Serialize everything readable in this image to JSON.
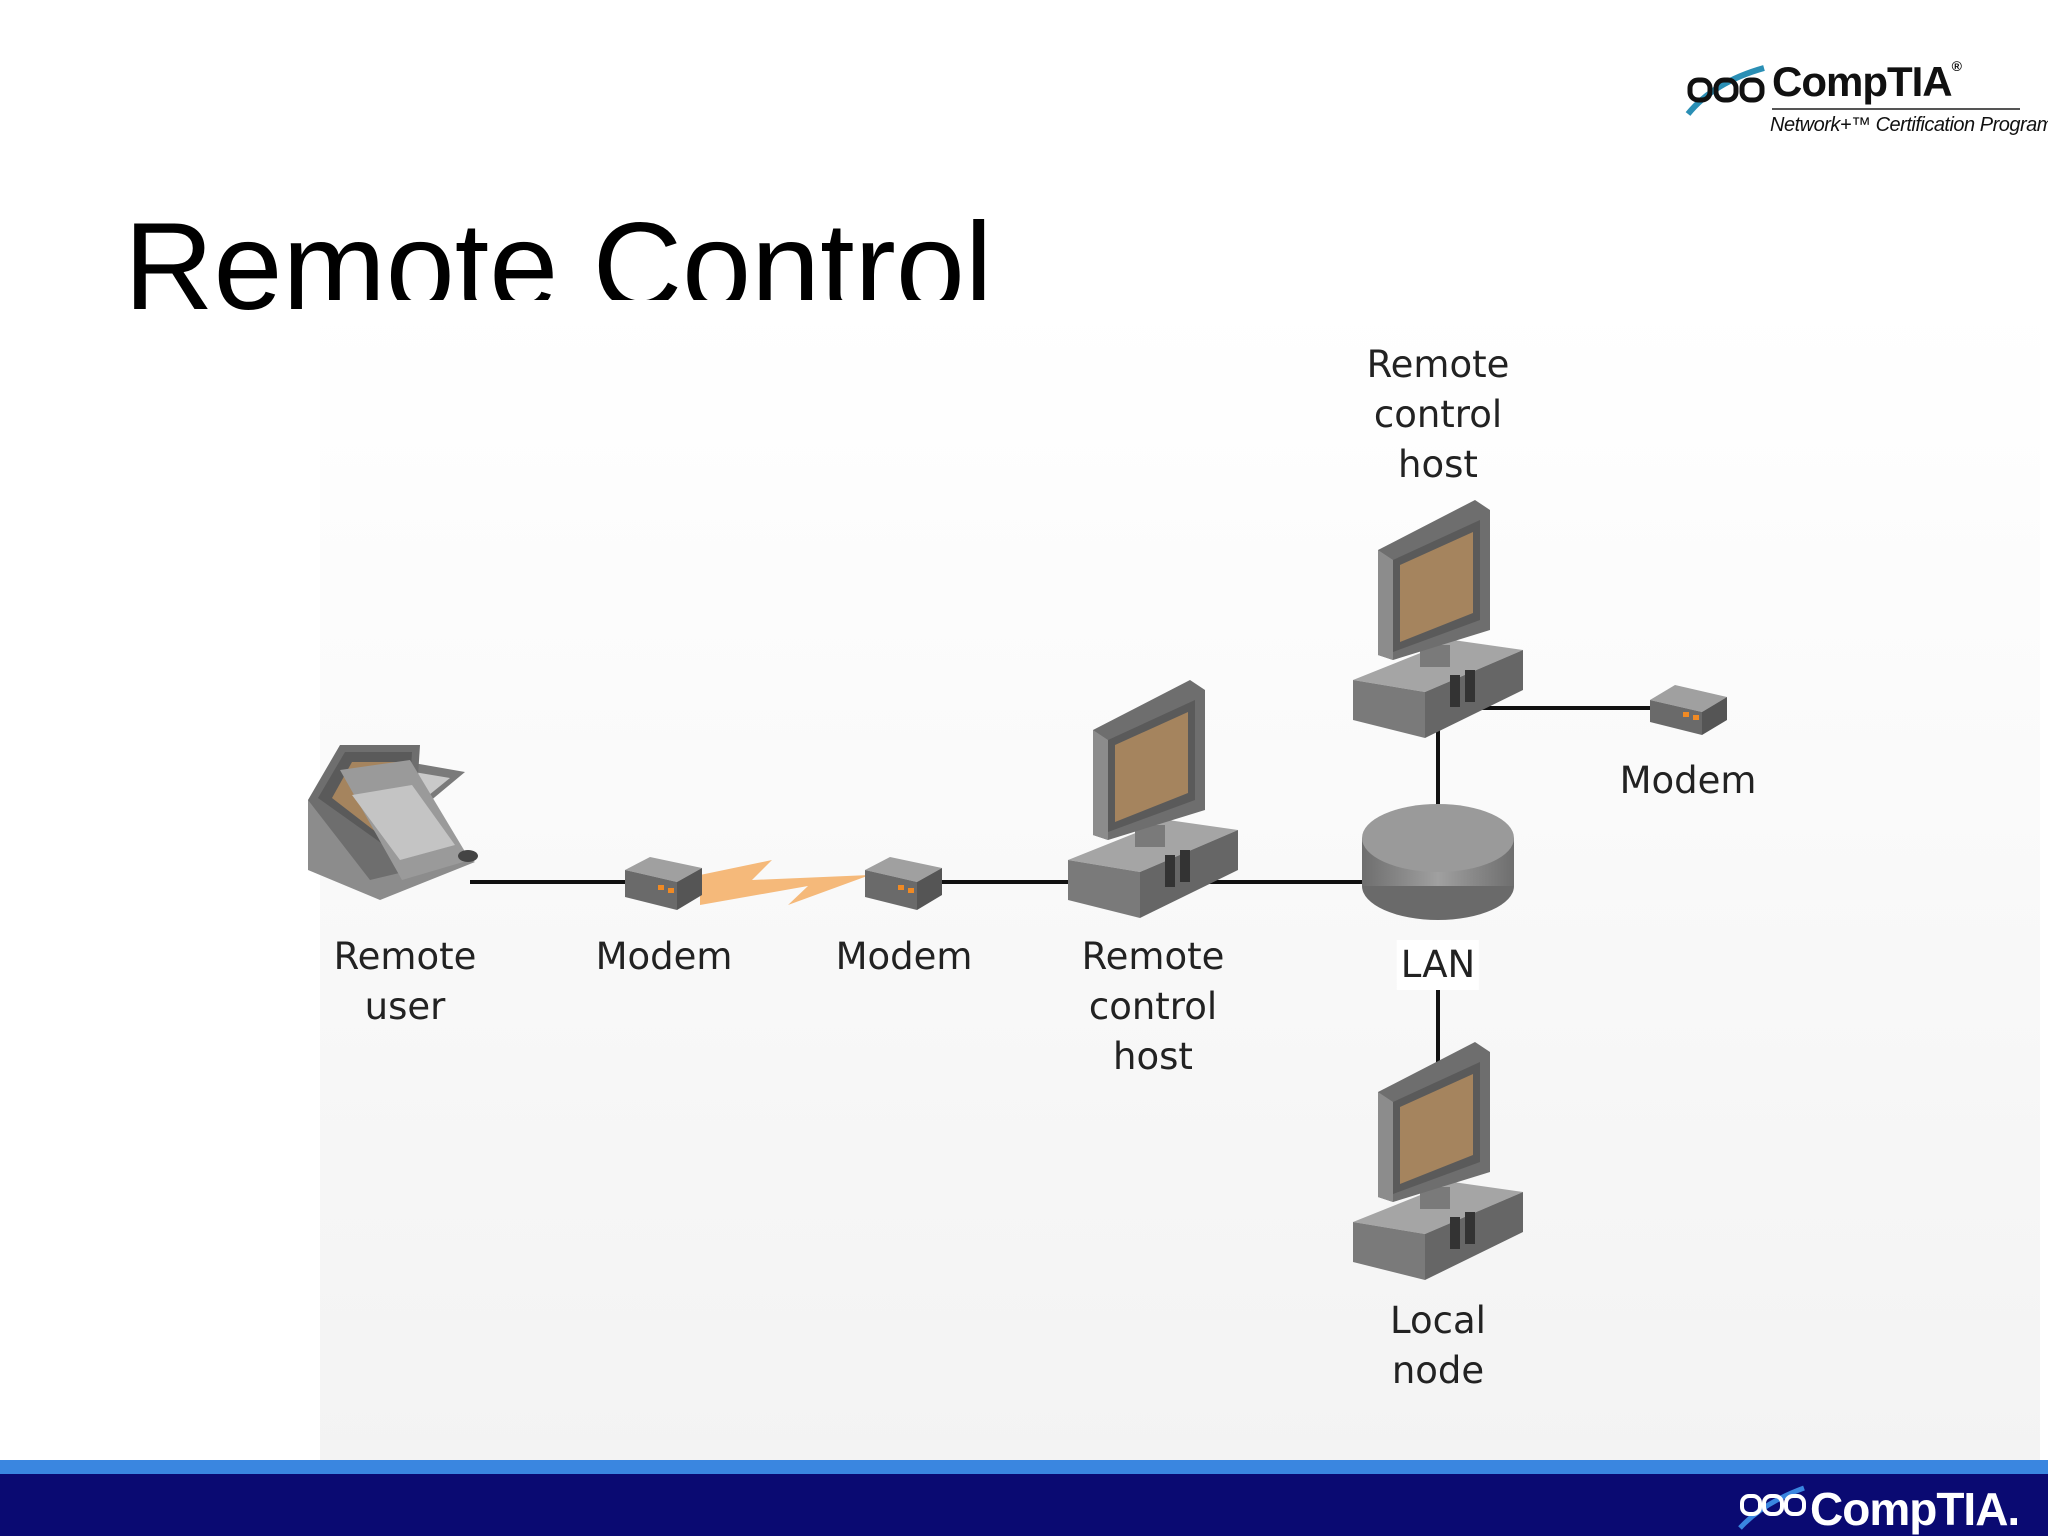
{
  "slide": {
    "title": "Remote Control"
  },
  "logo_top": {
    "wordmark": "CompTIA",
    "registered": "®",
    "subtitle": "Network+™ Certification Program"
  },
  "footer": {
    "wordmark": "CompTIA",
    "registered": "."
  },
  "diagram": {
    "labels": {
      "remote_user": "Remote\nuser",
      "modem_1": "Modem",
      "modem_2": "Modem",
      "host_mid": "Remote\ncontrol\nhost",
      "host_top": "Remote\ncontrol\nhost",
      "modem_right": "Modem",
      "lan": "LAN",
      "local_node": "Local\nnode"
    },
    "colors": {
      "screen": "#a5845e",
      "device": "#8c8c8c",
      "device_dark": "#5e5e5e",
      "lightning": "#f5b97a",
      "led": "#f08a24"
    }
  },
  "colors": {
    "footer_dark": "#0a0a72",
    "footer_light": "#3a86e0"
  }
}
